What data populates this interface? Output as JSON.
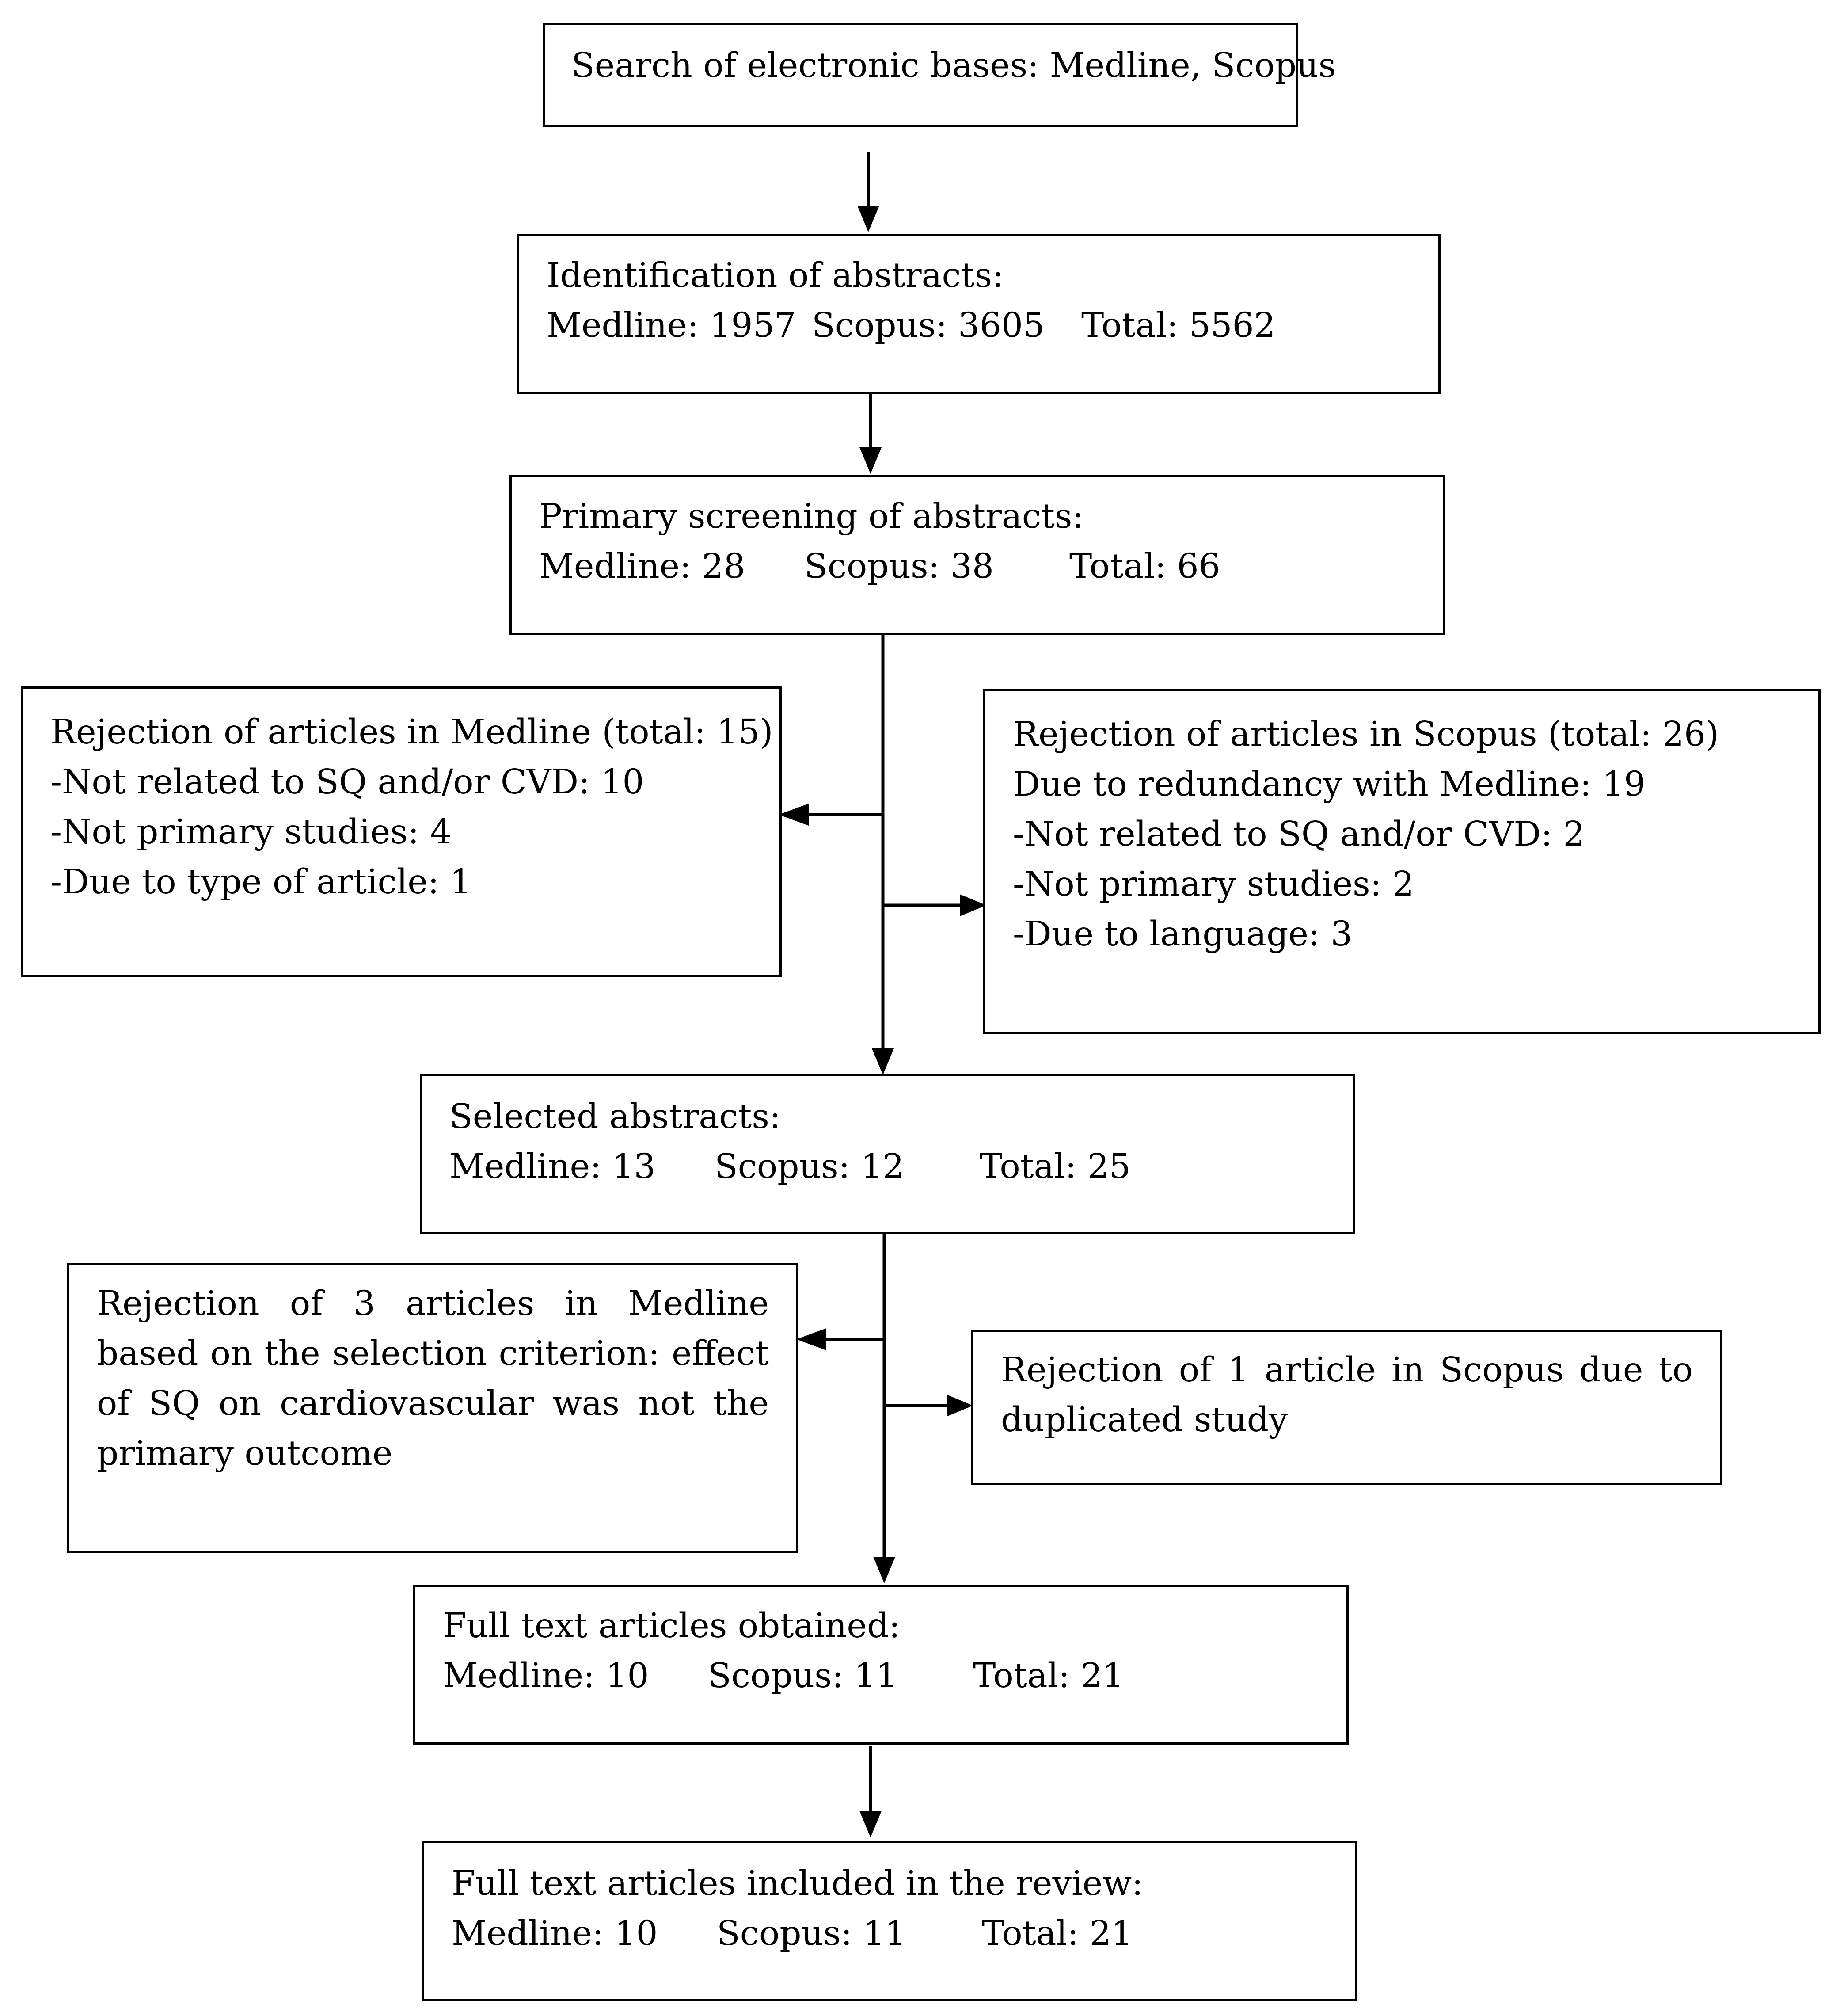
{
  "search": {
    "text": "Search of electronic bases: Medline, Scopus"
  },
  "identification": {
    "heading": "Identification of abstracts:",
    "medline": "Medline: 1957",
    "scopus": "Scopus: 3605",
    "total": "Total: 5562"
  },
  "primary": {
    "heading": "Primary screening of abstracts:",
    "medline": "Medline: 28",
    "scopus": "Scopus: 38",
    "total": "Total: 66"
  },
  "reject_medline_1": {
    "heading": "Rejection of articles in Medline (total: 15)",
    "items": [
      "-Not related to SQ and/or CVD: 10",
      "-Not primary studies: 4",
      "-Due to type of article: 1"
    ]
  },
  "reject_scopus_1": {
    "heading": "Rejection of articles in Scopus (total: 26)",
    "items": [
      "Due to redundancy with Medline: 19",
      "-Not related to SQ and/or CVD: 2",
      "-Not primary studies: 2",
      "-Due to language: 3"
    ]
  },
  "selected": {
    "heading": "Selected abstracts:",
    "medline": "Medline: 13",
    "scopus": "Scopus: 12",
    "total": "Total: 25"
  },
  "reject_medline_2": {
    "text": "Rejection of 3 articles in Medline based on the selection criterion: effect of SQ on cardiovascular was not the primary outcome"
  },
  "reject_scopus_2": {
    "text": "Rejection of 1 article in Scopus due to duplicated study"
  },
  "fulltext": {
    "heading": "Full text articles obtained:",
    "medline": "Medline: 10",
    "scopus": "Scopus: 11",
    "total": "Total: 21"
  },
  "included": {
    "heading": "Full text articles included in the review:",
    "medline": "Medline: 10",
    "scopus": "Scopus: 11",
    "total": "Total: 21"
  }
}
